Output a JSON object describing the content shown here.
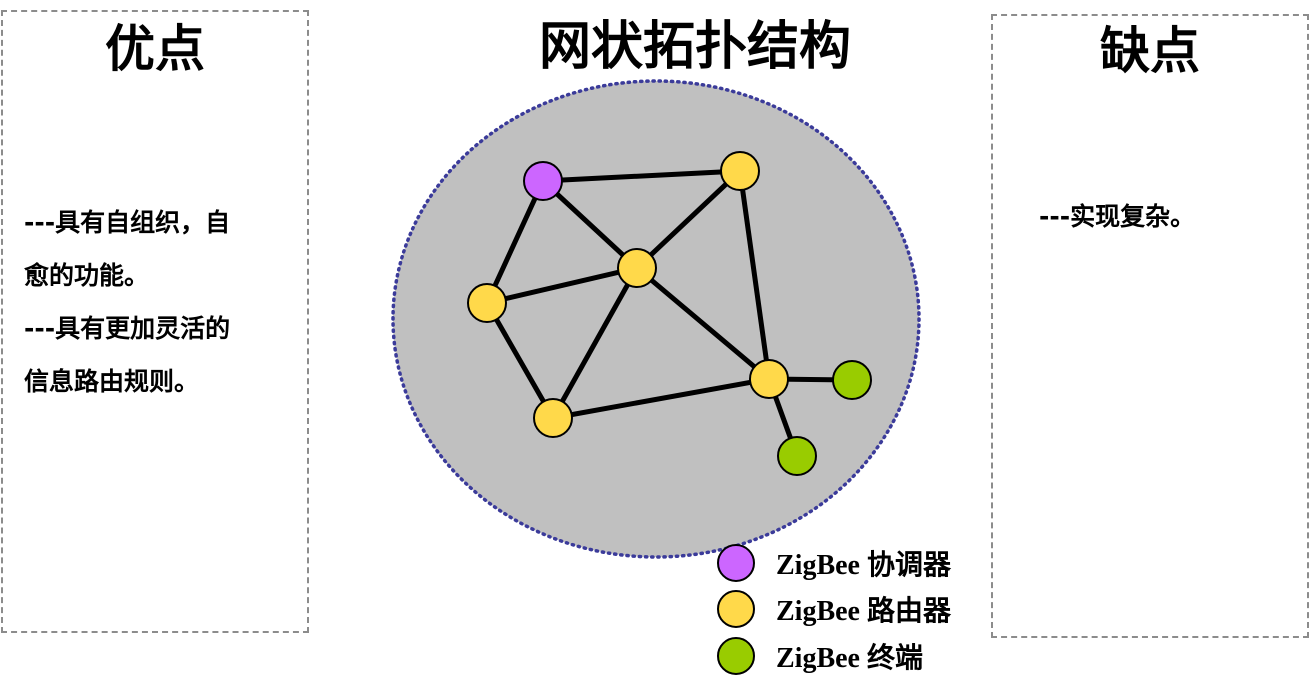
{
  "title": "网状拓扑结构",
  "advantages": {
    "heading": "优点",
    "lines": [
      "---具有自组织，自",
      "愈的功能。",
      "---具有更加灵活的",
      "信息路由规则。"
    ]
  },
  "disadvantages": {
    "heading": "缺点",
    "lines": [
      "---实现复杂。"
    ]
  },
  "colors": {
    "coordinator": "#cc66ff",
    "router": "#ffd94a",
    "end_device": "#99cc00",
    "network_area": "#c0c0c0",
    "network_border": "#3b3b9a",
    "link": "#000000"
  },
  "legend": [
    {
      "type": "coordinator",
      "label": "ZigBee 协调器"
    },
    {
      "type": "router",
      "label": "ZigBee 路由器"
    },
    {
      "type": "end_device",
      "label": "ZigBee 终端"
    }
  ],
  "nodes": [
    {
      "id": "n1",
      "type": "coordinator"
    },
    {
      "id": "n2",
      "type": "router"
    },
    {
      "id": "n3",
      "type": "router"
    },
    {
      "id": "n4",
      "type": "router"
    },
    {
      "id": "n5",
      "type": "router"
    },
    {
      "id": "n6",
      "type": "router"
    },
    {
      "id": "n7",
      "type": "end_device"
    },
    {
      "id": "n8",
      "type": "end_device"
    }
  ],
  "links": [
    [
      "n1",
      "n2"
    ],
    [
      "n1",
      "n3"
    ],
    [
      "n1",
      "n4"
    ],
    [
      "n2",
      "n3"
    ],
    [
      "n2",
      "n6"
    ],
    [
      "n3",
      "n4"
    ],
    [
      "n3",
      "n5"
    ],
    [
      "n3",
      "n6"
    ],
    [
      "n4",
      "n5"
    ],
    [
      "n5",
      "n6"
    ],
    [
      "n6",
      "n7"
    ],
    [
      "n6",
      "n8"
    ]
  ]
}
